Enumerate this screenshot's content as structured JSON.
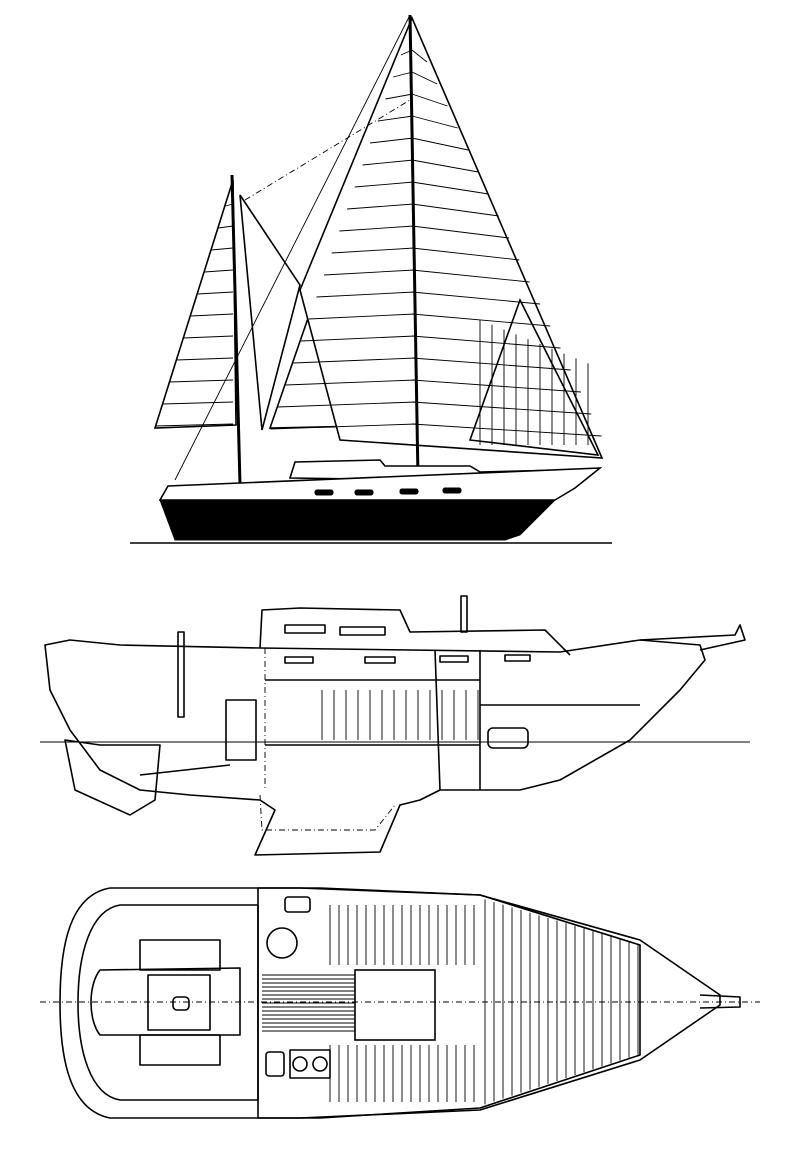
{
  "drawing": {
    "views": [
      "sail-plan",
      "inboard-profile",
      "deck-plan"
    ],
    "colors": {
      "ink": "#000000",
      "paper": "#ffffff"
    }
  }
}
